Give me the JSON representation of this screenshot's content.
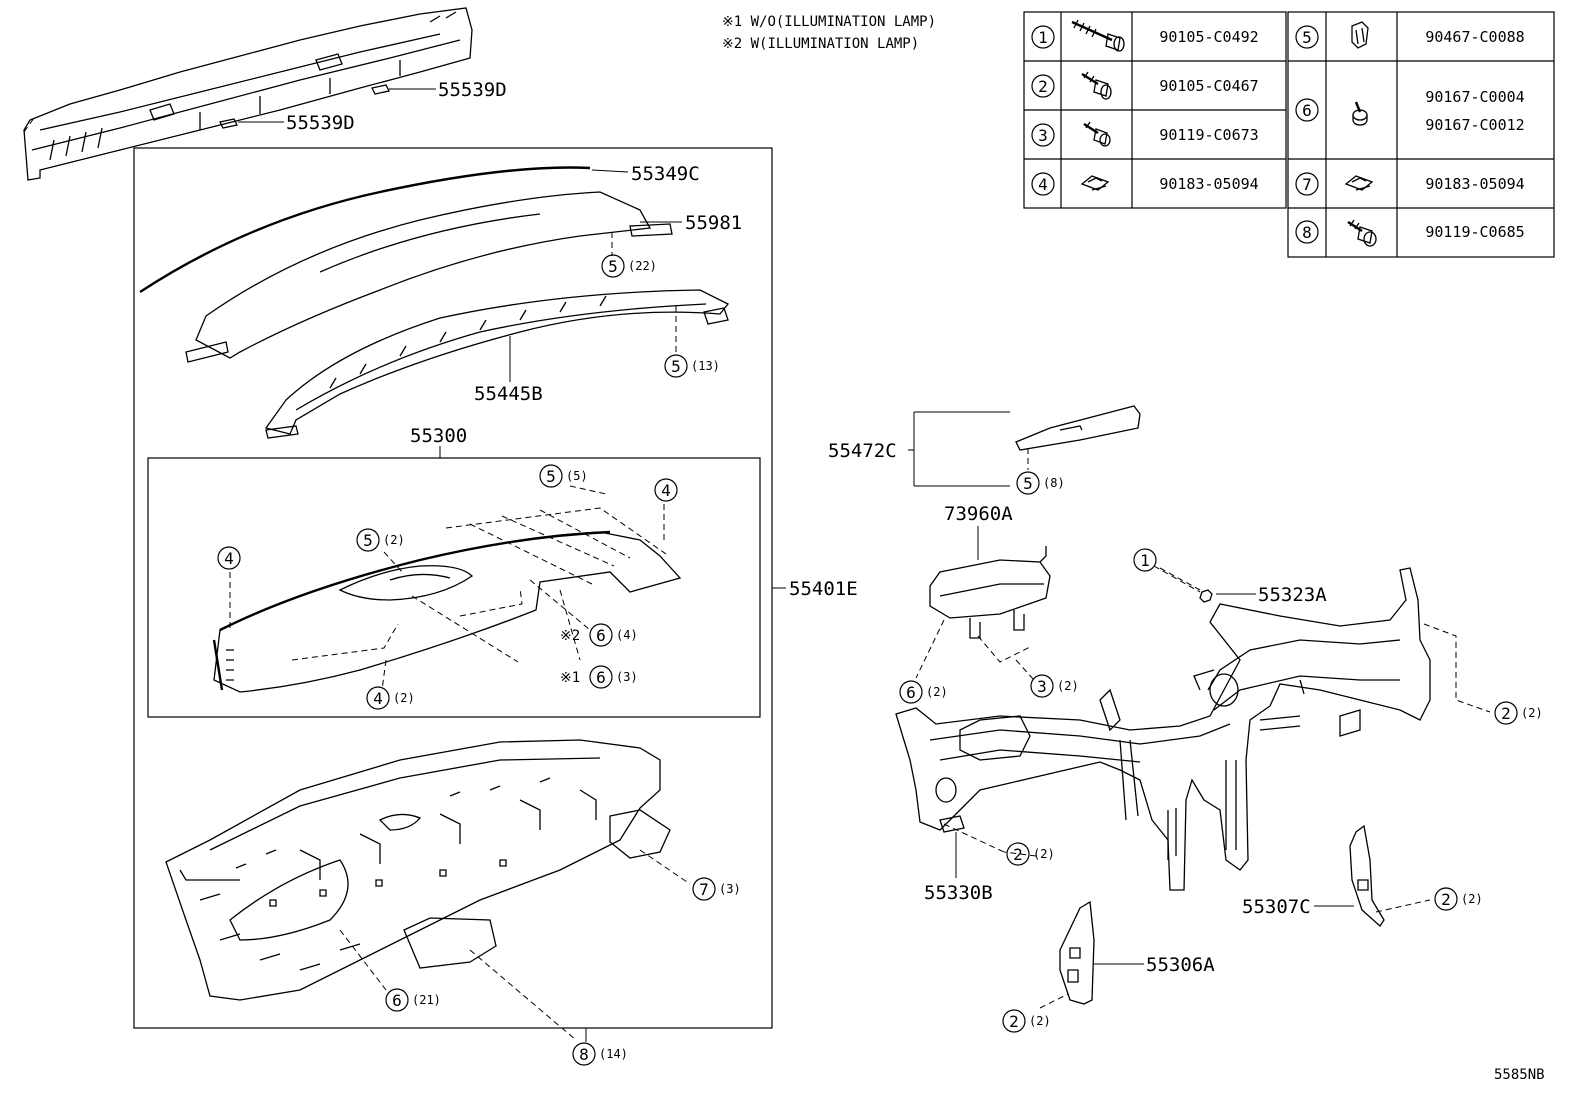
{
  "notes": [
    "※1 W/O(ILLUMINATION LAMP)",
    "※2 W(ILLUMINATION LAMP)"
  ],
  "fastener_table": [
    {
      "num": "1",
      "icon": "bolt-icon",
      "parts": [
        "90105-C0492"
      ]
    },
    {
      "num": "2",
      "icon": "bolt-icon",
      "parts": [
        "90105-C0467"
      ]
    },
    {
      "num": "3",
      "icon": "bolt-icon",
      "parts": [
        "90119-C0673"
      ]
    },
    {
      "num": "4",
      "icon": "clip-icon",
      "parts": [
        "90183-05094"
      ]
    },
    {
      "num": "5",
      "icon": "clip-icon",
      "parts": [
        "90467-C0088"
      ]
    },
    {
      "num": "6",
      "icon": "screw-icon",
      "parts": [
        "90167-C0004",
        "90167-C0012"
      ]
    },
    {
      "num": "7",
      "icon": "clip-icon",
      "parts": [
        "90183-05094"
      ]
    },
    {
      "num": "8",
      "icon": "bolt-icon",
      "parts": [
        "90119-C0685"
      ]
    }
  ],
  "part_labels": {
    "p55539D_a": "55539D",
    "p55539D_b": "55539D",
    "p55349C": "55349C",
    "p55981": "55981",
    "p55445B": "55445B",
    "p55300": "55300",
    "p55401E": "55401E",
    "p55472C": "55472C",
    "p73960A": "73960A",
    "p55323A": "55323A",
    "p55330B": "55330B",
    "p55307C": "55307C",
    "p55306A": "55306A"
  },
  "callouts": [
    {
      "id": "c5-22",
      "num": "5",
      "qty": "(22)"
    },
    {
      "id": "c5-13",
      "num": "5",
      "qty": "(13)"
    },
    {
      "id": "c5-5",
      "num": "5",
      "qty": "(5)"
    },
    {
      "id": "c4-top",
      "num": "4",
      "qty": ""
    },
    {
      "id": "c5-2",
      "num": "5",
      "qty": "(2)"
    },
    {
      "id": "c4-left",
      "num": "4",
      "qty": ""
    },
    {
      "id": "c6-4",
      "num": "6",
      "qty": "(4)",
      "mark": "※2"
    },
    {
      "id": "c6-3",
      "num": "6",
      "qty": "(3)",
      "mark": "※1"
    },
    {
      "id": "c4-2",
      "num": "4",
      "qty": "(2)"
    },
    {
      "id": "c7-3",
      "num": "7",
      "qty": "(3)"
    },
    {
      "id": "c6-21",
      "num": "6",
      "qty": "(21)"
    },
    {
      "id": "c8-14",
      "num": "8",
      "qty": "(14)"
    },
    {
      "id": "c5-8",
      "num": "5",
      "qty": "(8)"
    },
    {
      "id": "c1",
      "num": "1",
      "qty": ""
    },
    {
      "id": "c6-2",
      "num": "6",
      "qty": "(2)"
    },
    {
      "id": "c3-2",
      "num": "3",
      "qty": "(2)"
    },
    {
      "id": "c2-2-right",
      "num": "2",
      "qty": "(2)"
    },
    {
      "id": "c2-2-mid",
      "num": "2",
      "qty": "(2)"
    },
    {
      "id": "c2-2-307",
      "num": "2",
      "qty": "(2)"
    },
    {
      "id": "c2-2-306",
      "num": "2",
      "qty": "(2)"
    }
  ],
  "diagram_code": "5585NB"
}
